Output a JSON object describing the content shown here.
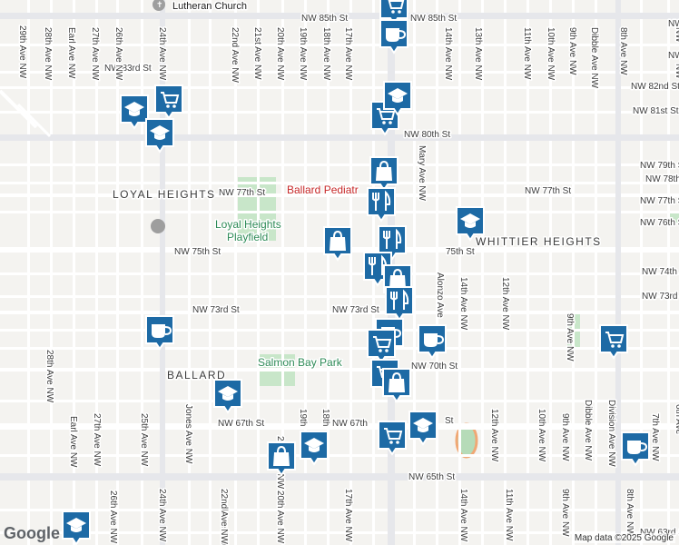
{
  "streets_h": [
    {
      "name": "NW 85th St"
    },
    {
      "name": "NW 85th St"
    },
    {
      "name": "NW 83rd St"
    },
    {
      "name": "NW 82nd St"
    },
    {
      "name": "NW 81st St"
    },
    {
      "name": "NW 80th St"
    },
    {
      "name": "NW 79th St"
    },
    {
      "name": "NW 78th St"
    },
    {
      "name": "NW 77th St"
    },
    {
      "name": "NW 77th St"
    },
    {
      "name": "NW 77th St"
    },
    {
      "name": "NW 76th St"
    },
    {
      "name": "NW 75th St"
    },
    {
      "name": "75th St"
    },
    {
      "name": "NW 74th St"
    },
    {
      "name": "NW 73rd St"
    },
    {
      "name": "NW 73rd St"
    },
    {
      "name": "NW 73rd St"
    },
    {
      "name": "NW 70th St"
    },
    {
      "name": "NW 67th St"
    },
    {
      "name": "NW 67th"
    },
    {
      "name": "St"
    },
    {
      "name": "NW 65th St"
    },
    {
      "name": "NW 63rd St"
    },
    {
      "name": "NW"
    },
    {
      "name": "NW"
    }
  ],
  "streets_v": [
    {
      "name": "29th Ave NW"
    },
    {
      "name": "28th Ave NW"
    },
    {
      "name": "Earl Ave NW"
    },
    {
      "name": "27th Ave NW"
    },
    {
      "name": "26th Ave NW"
    },
    {
      "name": "24th Ave NW"
    },
    {
      "name": "22nd Ave NW"
    },
    {
      "name": "21st Ave NW"
    },
    {
      "name": "20th Ave NW"
    },
    {
      "name": "19th Ave NW"
    },
    {
      "name": "18th Ave NW"
    },
    {
      "name": "17th Ave NW"
    },
    {
      "name": "14th Ave NW"
    },
    {
      "name": "13th Ave NW"
    },
    {
      "name": "11th Ave NW"
    },
    {
      "name": "10th Ave NW"
    },
    {
      "name": "9th Ave NW"
    },
    {
      "name": "Dibble Ave NW"
    },
    {
      "name": "8th Ave NW"
    },
    {
      "name": "Mary Ave NW"
    },
    {
      "name": "Alonzo Ave"
    },
    {
      "name": "14th Ave NW"
    },
    {
      "name": "12th Ave NW"
    },
    {
      "name": "28th Ave NW"
    },
    {
      "name": "Earl Ave NW"
    },
    {
      "name": "27th Ave NW"
    },
    {
      "name": "25th Ave NW"
    },
    {
      "name": "Jones Ave NW"
    },
    {
      "name": "22nd Ave NW"
    },
    {
      "name": "20th Ave NW"
    },
    {
      "name": "19th"
    },
    {
      "name": "18th"
    },
    {
      "name": "12th Ave NW"
    },
    {
      "name": "10th Ave NW"
    },
    {
      "name": "9th Ave NW"
    },
    {
      "name": "Dibble Ave NW"
    },
    {
      "name": "Division Ave NW"
    },
    {
      "name": "7th Ave NW"
    },
    {
      "name": "26th Ave NW"
    },
    {
      "name": "24th Ave NW"
    },
    {
      "name": "22nd Ave NW"
    },
    {
      "name": "20th Ave NW"
    },
    {
      "name": "17th Ave NW"
    },
    {
      "name": "14th Ave NW"
    },
    {
      "name": "11th Ave NW"
    },
    {
      "name": "9th Ave NW"
    },
    {
      "name": "8th Ave NW"
    },
    {
      "name": "9th Ave NW"
    },
    {
      "name": "6th Ave"
    },
    {
      "name": "NW"
    },
    {
      "name": "NW"
    }
  ],
  "places": {
    "church": "Lutheran Church",
    "pediatrics": "Ballard Pediatr",
    "loyal_heights": "LOYAL HEIGHTS",
    "whittier_heights": "WHITTIER HEIGHTS",
    "ballard": "BALLARD",
    "playfield_1": "Loyal Heights",
    "playfield_2": "Playfield",
    "park_1": "Salmon Bay Park"
  },
  "footer": {
    "attribution": "Map data ©2025 Google",
    "logo": "Google"
  },
  "colors": {
    "background": "#f4f3f0",
    "road": "#ffffff",
    "arterial": "#e3e5ea",
    "park": "#c8e6c9",
    "marker_bg": "#1d6aa5",
    "marker_text": "#ffffff",
    "poi_red": "#c62828"
  },
  "markers": [
    {
      "type": "shopping-cart",
      "icon": "shopping-cart-icon"
    },
    {
      "type": "cafe",
      "icon": "coffee-cup-icon"
    },
    {
      "type": "school",
      "icon": "graduation-cap-icon"
    },
    {
      "type": "shopping-cart",
      "icon": "shopping-cart-icon"
    },
    {
      "type": "school",
      "icon": "graduation-cap-icon"
    },
    {
      "type": "shopping-cart",
      "icon": "shopping-cart-icon"
    },
    {
      "type": "school",
      "icon": "graduation-cap-icon"
    },
    {
      "type": "store",
      "icon": "shopping-bag-icon"
    },
    {
      "type": "restaurant",
      "icon": "fork-knife-icon"
    },
    {
      "type": "school",
      "icon": "graduation-cap-icon"
    },
    {
      "type": "store",
      "icon": "shopping-bag-icon"
    },
    {
      "type": "restaurant",
      "icon": "fork-knife-icon"
    },
    {
      "type": "restaurant",
      "icon": "fork-knife-icon"
    },
    {
      "type": "store",
      "icon": "shopping-bag-icon"
    },
    {
      "type": "restaurant",
      "icon": "fork-knife-icon"
    },
    {
      "type": "cafe",
      "icon": "coffee-cup-icon"
    },
    {
      "type": "shopping-cart",
      "icon": "shopping-cart-icon"
    },
    {
      "type": "cafe",
      "icon": "coffee-cup-icon"
    },
    {
      "type": "cafe",
      "icon": "coffee-cup-icon"
    },
    {
      "type": "shopping-cart",
      "icon": "shopping-cart-icon"
    },
    {
      "type": "store",
      "icon": "shopping-bag-icon"
    },
    {
      "type": "school",
      "icon": "graduation-cap-icon"
    },
    {
      "type": "school",
      "icon": "graduation-cap-icon"
    },
    {
      "type": "shopping-cart",
      "icon": "shopping-cart-icon"
    },
    {
      "type": "store",
      "icon": "shopping-bag-icon"
    },
    {
      "type": "school",
      "icon": "graduation-cap-icon"
    },
    {
      "type": "cafe",
      "icon": "coffee-cup-icon"
    },
    {
      "type": "school",
      "icon": "graduation-cap-icon"
    },
    {
      "type": "shopping-cart",
      "icon": "shopping-cart-icon"
    }
  ]
}
